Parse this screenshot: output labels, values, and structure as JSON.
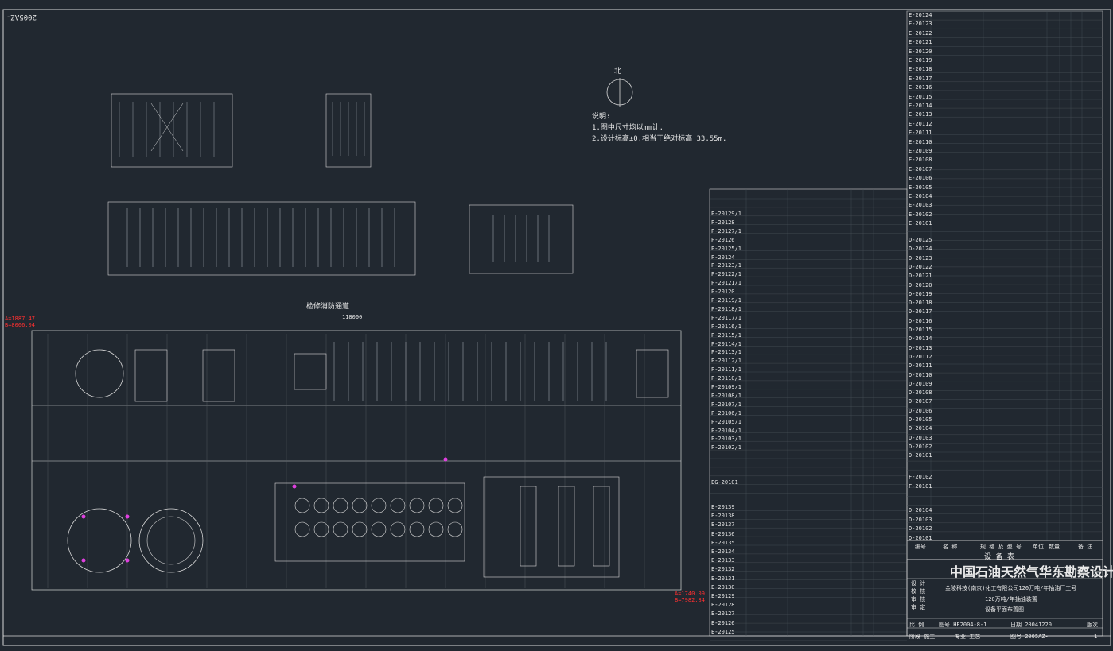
{
  "drawing_code_tag": "2005AZ-",
  "notes": {
    "title": "说明:",
    "lines": [
      "1.图中尺寸均以mm计.",
      "2.设计标高±0.相当于绝对标高 33.55m."
    ]
  },
  "north_label": "北",
  "section_title": "检修消防通道",
  "red_marks": {
    "top_left": [
      "A=1887.47",
      "B=8006.04"
    ],
    "bottom_right": [
      "A=1740.09",
      "B=7982.84"
    ]
  },
  "equipment_table_top": [
    "E-20124",
    "E-20123",
    "E-20122",
    "E-20121",
    "E-20120",
    "E-20119",
    "E-20118",
    "E-20117",
    "E-20116",
    "E-20115",
    "E-20114",
    "E-20113",
    "E-20112",
    "E-20111",
    "E-20110",
    "E-20109",
    "E-20108",
    "E-20107",
    "E-20106",
    "E-20105",
    "E-20104",
    "E-20103",
    "E-20102",
    "E-20101"
  ],
  "equipment_table_mid": [
    "D-20125",
    "D-20124",
    "D-20123",
    "D-20122",
    "D-20121",
    "D-20120",
    "D-20119",
    "D-20118",
    "D-20117",
    "D-20116",
    "D-20115",
    "D-20114",
    "D-20113",
    "D-20112",
    "D-20111",
    "D-20110",
    "D-20109",
    "D-20108",
    "D-20107",
    "D-20106",
    "D-20105",
    "D-20104",
    "D-20103",
    "D-20102",
    "D-20101"
  ],
  "equipment_table_low": [
    "F-20102",
    "F-20101"
  ],
  "equipment_table_bottom": [
    "D-20104",
    "D-20103",
    "D-20102",
    "D-20101"
  ],
  "pump_table": [
    "P-20129/1",
    "P-20128",
    "P-20127/1",
    "P-20126",
    "P-20125/1",
    "P-20124",
    "P-20123/1",
    "P-20122/1",
    "P-20121/1",
    "P-20120",
    "P-20119/1",
    "P-20118/1",
    "P-20117/1",
    "P-20116/1",
    "P-20115/1",
    "P-20114/1",
    "P-20113/1",
    "P-20112/1",
    "P-20111/1",
    "P-20110/1",
    "P-20109/1",
    "P-20108/1",
    "P-20107/1",
    "P-20106/1",
    "P-20105/1",
    "P-20104/1",
    "P-20103/1",
    "P-20102/1"
  ],
  "exchanger_table": [
    "E-20139",
    "E-20138",
    "E-20137",
    "E-20136",
    "E-20135",
    "E-20134",
    "E-20133",
    "E-20132",
    "E-20131",
    "E-20130",
    "E-20129",
    "E-20128",
    "E-20127",
    "E-20126",
    "E-20125"
  ],
  "single_row": "EG-20101",
  "table_header": [
    "编号",
    "名 称",
    "规 格 及 型 号",
    "单位",
    "数量",
    "备 注"
  ],
  "equipment_list_title": "设 备 表",
  "institute_name": "中国石油天然气华东勘察设计研究院",
  "project_line1": "金陵科技(南京)化工有限公司120万吨/年抽油厂工号",
  "project_line2": "120万吨/年抽油装置",
  "drawing_name": "设备平面布置图",
  "title_block_roles": [
    "设 计",
    "校 核",
    "审 核",
    "审 定"
  ],
  "title_block_bottom": [
    "比 例",
    "图号 HE2004-8-1",
    "日期 20041220",
    "版次",
    "阶段 施工",
    "专业 工艺",
    "图号 2005AZ-",
    "1"
  ],
  "dim_total": "118000"
}
